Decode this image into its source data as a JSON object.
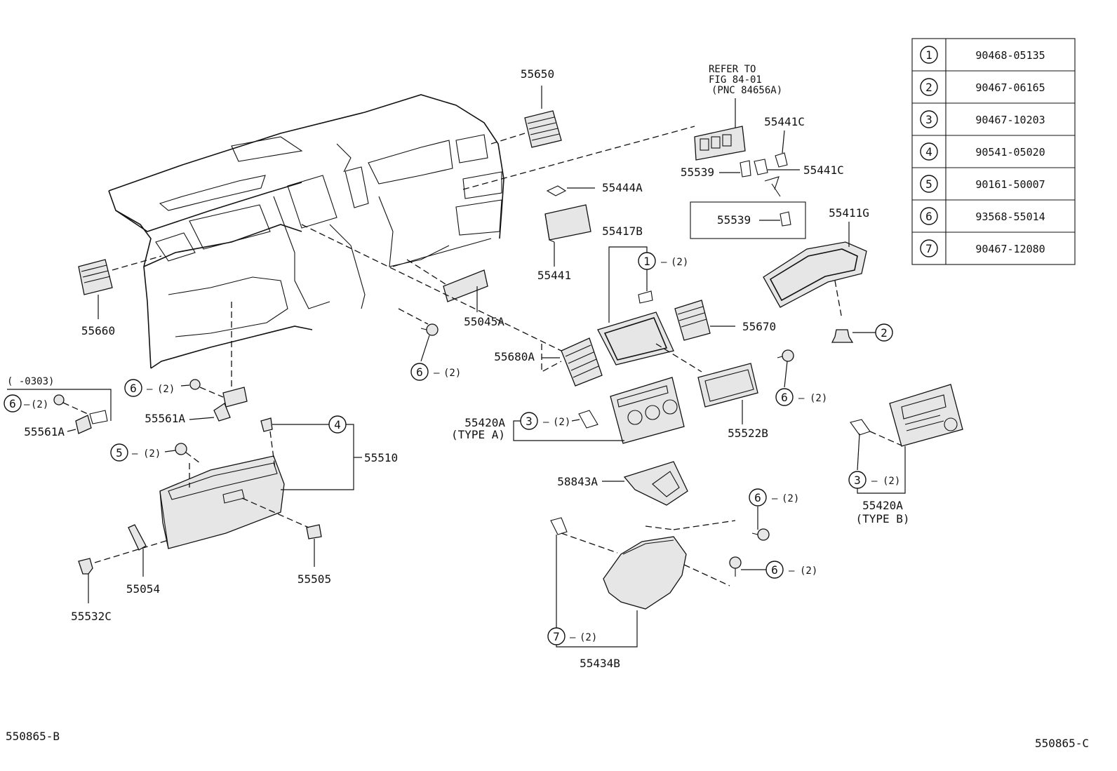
{
  "parts_table": [
    {
      "ref": "1",
      "part_no": "90468-05135"
    },
    {
      "ref": "2",
      "part_no": "90467-06165"
    },
    {
      "ref": "3",
      "part_no": "90467-10203"
    },
    {
      "ref": "4",
      "part_no": "90541-05020"
    },
    {
      "ref": "5",
      "part_no": "90161-50007"
    },
    {
      "ref": "6",
      "part_no": "93568-55014"
    },
    {
      "ref": "7",
      "part_no": "90467-12080"
    }
  ],
  "refer_note": {
    "line1": "REFER TO",
    "line2": "FIG 84-01",
    "line3": "(PNC 84656A)"
  },
  "date_range": "(     -0303)",
  "qty": "(2)",
  "labels": {
    "p55650": "55650",
    "p55660": "55660",
    "p55441": "55441",
    "p55444a": "55444A",
    "p55045a": "55045A",
    "p55680a": "55680A",
    "p55417b": "55417B",
    "p55670": "55670",
    "p55441c_top": "55441C",
    "p55441c_mid": "55441C",
    "p55539_top": "55539",
    "p55539_box": "55539",
    "p55411g": "55411G",
    "p55522b": "55522B",
    "p55420a_a": "55420A",
    "type_a": "(TYPE A)",
    "p55420a_b": "55420A",
    "type_b": "(TYPE B)",
    "p55561a_mid": "55561A",
    "p55561a_left": "55561A",
    "p55510": "55510",
    "p55505": "55505",
    "p55054": "55054",
    "p55532c": "55532C",
    "p58843a": "58843A",
    "p55434b": "55434B"
  },
  "footer": {
    "left": "550865-B",
    "right": "550865-C"
  }
}
